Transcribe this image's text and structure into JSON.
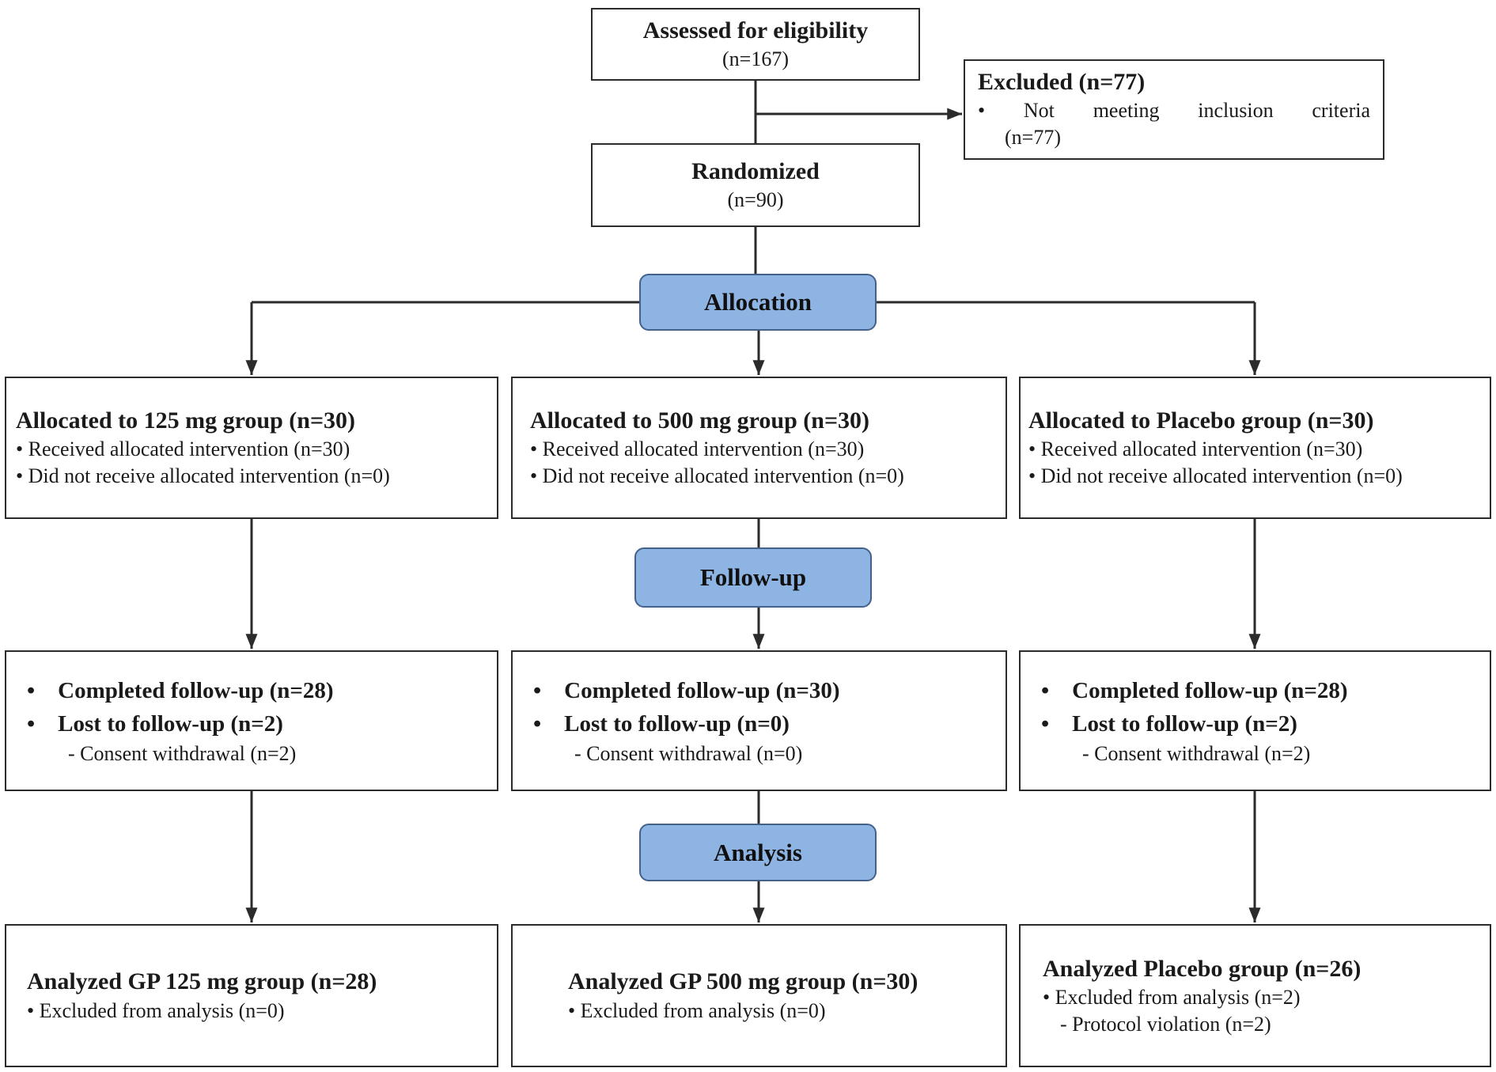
{
  "diagram": {
    "assessed": {
      "title": "Assessed for eligibility",
      "n": "(n=167)"
    },
    "excluded": {
      "title": "Excluded (n=77)",
      "line1": "• Not meeting inclusion criteria",
      "line2": "(n=77)"
    },
    "randomized": {
      "title": "Randomized",
      "n": "(n=90)"
    },
    "stages": {
      "allocation": "Allocation",
      "followup": "Follow-up",
      "analysis": "Analysis"
    },
    "columns": [
      {
        "allocation": {
          "title": "Allocated to 125 mg group (n=30)",
          "bullet1": "• Received allocated intervention (n=30)",
          "bullet2": "• Did not receive allocated intervention (n=0)"
        },
        "followup": {
          "line1": "•    Completed follow-up (n=28)",
          "line2": "•    Lost to follow-up (n=2)",
          "sub": "- Consent withdrawal (n=2)"
        },
        "analysis": {
          "title": "Analyzed GP 125 mg group (n=28)",
          "bullet1": "• Excluded from analysis (n=0)"
        }
      },
      {
        "allocation": {
          "title": "Allocated to 500 mg group (n=30)",
          "bullet1": "• Received allocated intervention (n=30)",
          "bullet2": "• Did not receive allocated intervention (n=0)"
        },
        "followup": {
          "line1": "•    Completed follow-up (n=30)",
          "line2": "•    Lost to follow-up (n=0)",
          "sub": "- Consent withdrawal (n=0)"
        },
        "analysis": {
          "title": "Analyzed GP 500 mg group (n=30)",
          "bullet1": "• Excluded from analysis (n=0)"
        }
      },
      {
        "allocation": {
          "title": "Allocated to Placebo group (n=30)",
          "bullet1": "• Received allocated intervention (n=30)",
          "bullet2": "• Did not receive allocated intervention (n=0)"
        },
        "followup": {
          "line1": "•    Completed follow-up (n=28)",
          "line2": "•    Lost to follow-up (n=2)",
          "sub": "- Consent withdrawal (n=2)"
        },
        "analysis": {
          "title": "Analyzed Placebo group (n=26)",
          "bullet1": "• Excluded from analysis (n=2)",
          "sub": "- Protocol violation (n=2)"
        }
      }
    ]
  }
}
